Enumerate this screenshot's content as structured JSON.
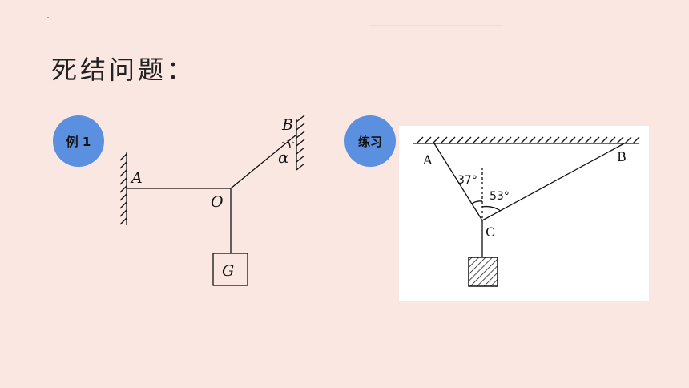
{
  "slide": {
    "title": "死结问题：",
    "example_badge": "例 1",
    "practice_badge": "练习"
  },
  "figure1": {
    "label_a": "A",
    "label_b": "B",
    "label_o": "O",
    "label_g": "G",
    "label_alpha": "α"
  },
  "figure2": {
    "label_a": "A",
    "label_b": "B",
    "label_c": "C",
    "angle_left": "37°",
    "angle_right": "53°"
  }
}
